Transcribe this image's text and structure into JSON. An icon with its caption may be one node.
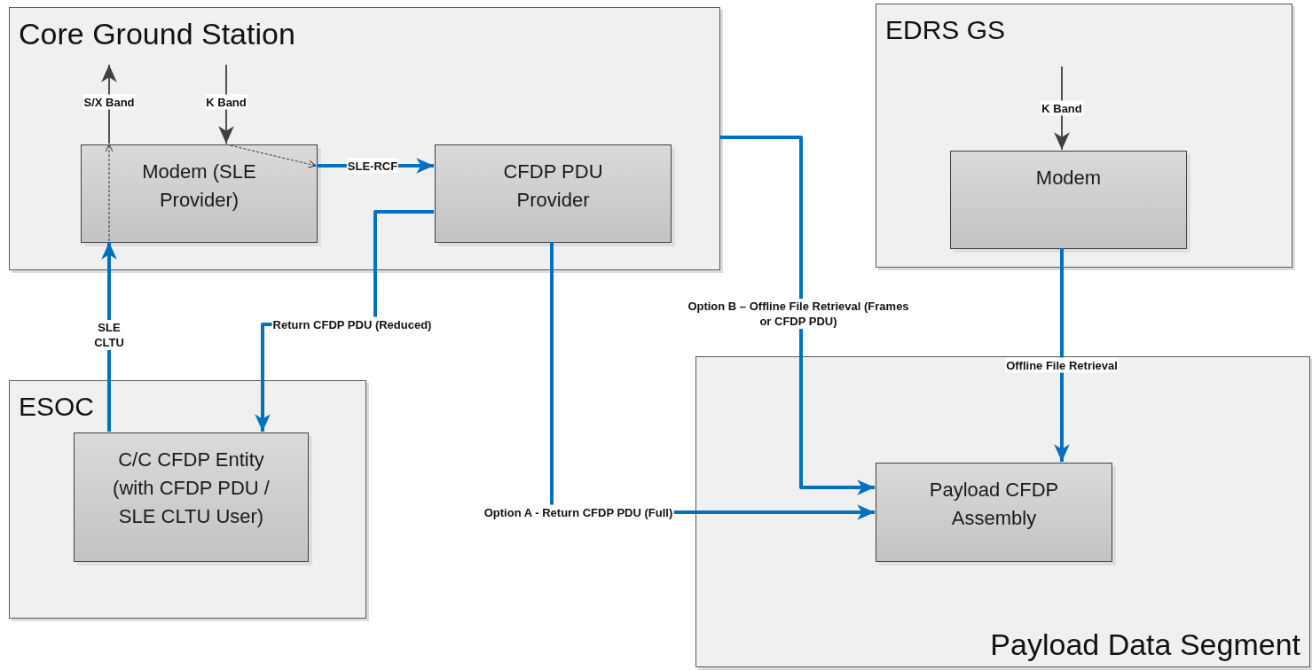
{
  "diagram": {
    "nodes": [
      {
        "text": [
          "Core Ground Station"
        ]
      },
      {
        "text": [
          "Modem (SLE Provider)"
        ],
        "in": 0
      },
      {
        "text": [
          "CFDP PDU Provider"
        ],
        "in": 0
      },
      {
        "text": [
          "EDRS GS"
        ]
      },
      {
        "text": [
          "Modem"
        ],
        "in": 3
      },
      {
        "text": [
          "ESOC"
        ]
      },
      {
        "text": [
          "C/C CFDP Entity (with CFDP PDU / SLE CLTU User)"
        ],
        "in": 5
      },
      {
        "text": [
          "Payload Data Segment"
        ]
      },
      {
        "text": [
          "Payload CFDP Assembly"
        ],
        "in": 7
      }
    ],
    "edges": [
      {
        "from": 1,
        "to": null,
        "arrow": "to",
        "label": "S/X Band",
        "color": "#404040"
      },
      {
        "from": null,
        "to": 1,
        "arrow": "to",
        "label": "K Band",
        "color": "#404040"
      },
      {
        "from": 1,
        "to": 2,
        "arrow": "to",
        "label": "SLE-RCF"
      },
      {
        "from": 6,
        "to": 1,
        "arrow": "to",
        "label": "SLE CLTU"
      },
      {
        "from": 2,
        "to": 6,
        "arrow": "to",
        "label": "Return CFDP PDU (Reduced)"
      },
      {
        "from": 2,
        "to": 8,
        "arrow": "to",
        "label": "Option A - Return CFDP PDU (Full)"
      },
      {
        "from": 0,
        "to": 8,
        "arrow": "to",
        "label": "Option B – Offline File Retrieval (Frames or CFDP PDU)"
      },
      {
        "from": null,
        "to": 4,
        "arrow": "to",
        "label": "K Band",
        "color": "#404040"
      },
      {
        "from": 4,
        "to": 8,
        "arrow": "to",
        "label": "Offline File Retrieval"
      }
    ]
  }
}
